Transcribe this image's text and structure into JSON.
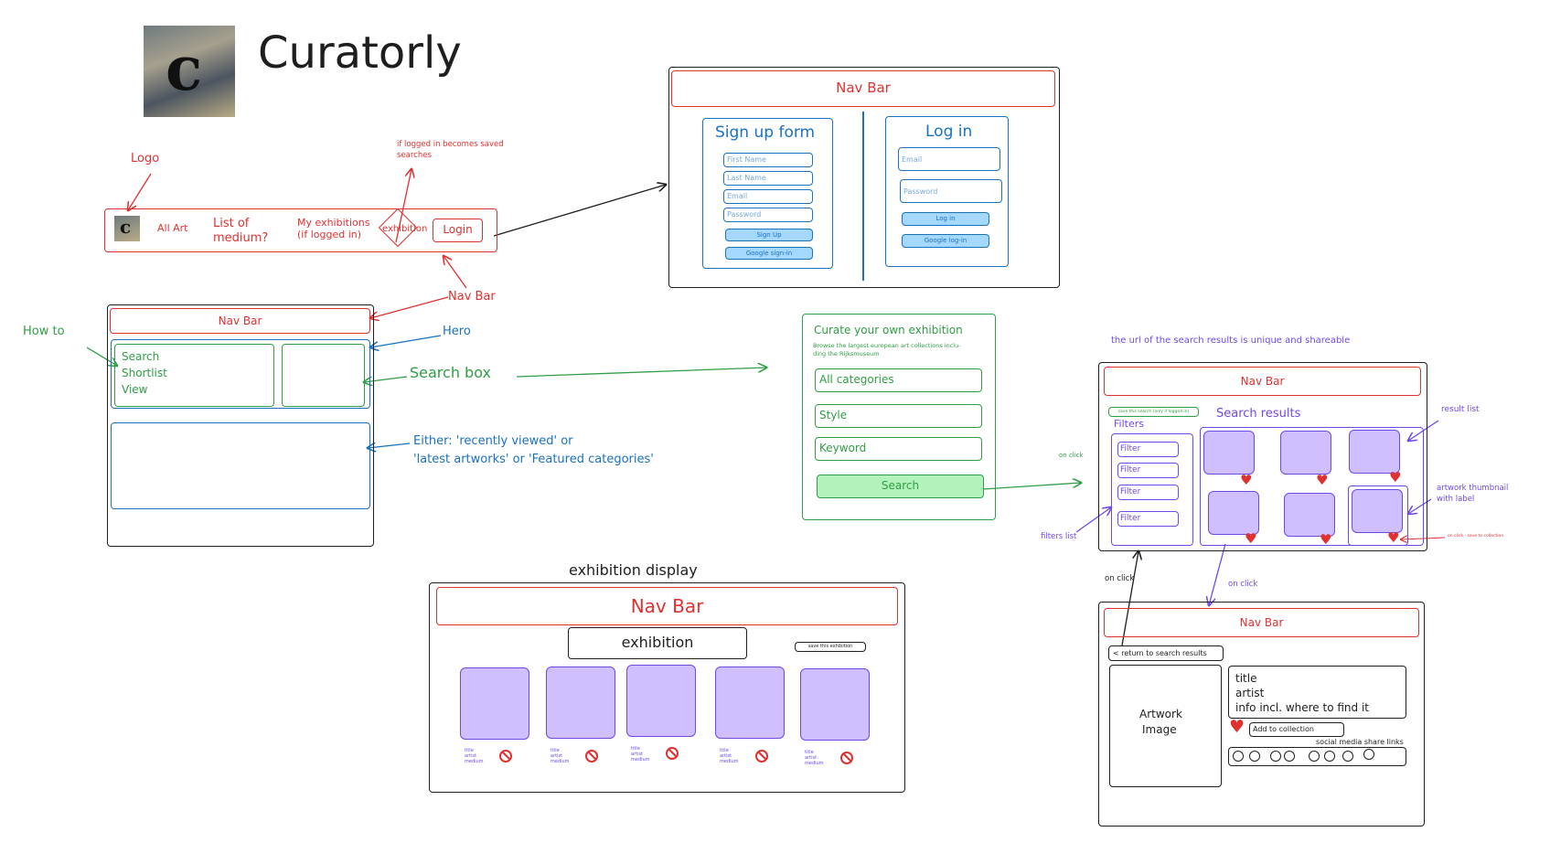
{
  "title": "Curatorly",
  "logo_letter": "c",
  "annotations": {
    "logo": "Logo",
    "saved_searches": "if logged in becomes saved searches",
    "nav_bar": "Nav Bar",
    "how_to": "How to",
    "hero": "Hero",
    "search_box": "Search box",
    "either_line1": "Either: 'recently viewed' or",
    "either_line2": "'latest artworks' or 'Featured categories'",
    "url_note": "the url of the search results is unique and shareable",
    "on_click_1": "on click",
    "on_click_2": "on click",
    "on_click_3": "on click",
    "result_list": "result list",
    "thumbnail_line1": "artwork thumbnail",
    "thumbnail_line2": "with label",
    "filters_list": "filters list",
    "save_to_collection": "on click - save to collection",
    "exhibition_display": "exhibition display"
  },
  "navbar_sketch": {
    "all_art": "All Art",
    "list_of_medium_1": "List of",
    "list_of_medium_2": "medium?",
    "my_exhibitions_1": "My exhibitions",
    "my_exhibitions_2": "(if logged in)",
    "exhibition": "exhibition",
    "login": "Login"
  },
  "auth_screen": {
    "nav_bar": "Nav Bar",
    "signup_title": "Sign up form",
    "signup_fields": [
      "First Name",
      "Last Name",
      "Email",
      "Password"
    ],
    "signup_button": "Sign Up",
    "google_signin": "Google sign-in",
    "login_title": "Log in",
    "login_fields": [
      "Email",
      "Password"
    ],
    "login_button": "Log in",
    "google_login": "Google log-in"
  },
  "home_screen": {
    "nav_bar": "Nav Bar",
    "howto_items": [
      "Search",
      "Shortlist",
      "View"
    ]
  },
  "search_box": {
    "title": "Curate your own exhibition",
    "subtitle_1": "Browse the largest european art collections inclu-",
    "subtitle_2": "ding the Rijksmuseum",
    "category": "All categories",
    "style": "Style",
    "keyword": "Keyword",
    "search_button": "Search"
  },
  "results_screen": {
    "nav_bar": "Nav Bar",
    "save_search": "save this search (only if logged in)",
    "search_results": "Search results",
    "filters": "Filters",
    "filter_items": [
      "Filter",
      "Filter",
      "Filter",
      "Filter"
    ]
  },
  "exhibition_screen": {
    "nav_bar": "Nav Bar",
    "exhibition": "exhibition",
    "save_exhibition": "save this exhibition",
    "item_label": [
      "title",
      "artist",
      "medium"
    ]
  },
  "detail_screen": {
    "nav_bar": "Nav Bar",
    "return": "< return to search results",
    "artwork_1": "Artwork",
    "artwork_2": "Image",
    "info_title": "title",
    "info_artist": "artist",
    "info_where": "info incl. where to find it",
    "add_to_collection": "Add to collection",
    "social": "social media share links"
  },
  "colors": {
    "red": "#e03131",
    "blue": "#1971c2",
    "green": "#2f9e44",
    "purple": "#7048e8",
    "tile": "#d0bfff",
    "green_button": "#b2f2bb",
    "blue_button": "#a5d8ff"
  }
}
